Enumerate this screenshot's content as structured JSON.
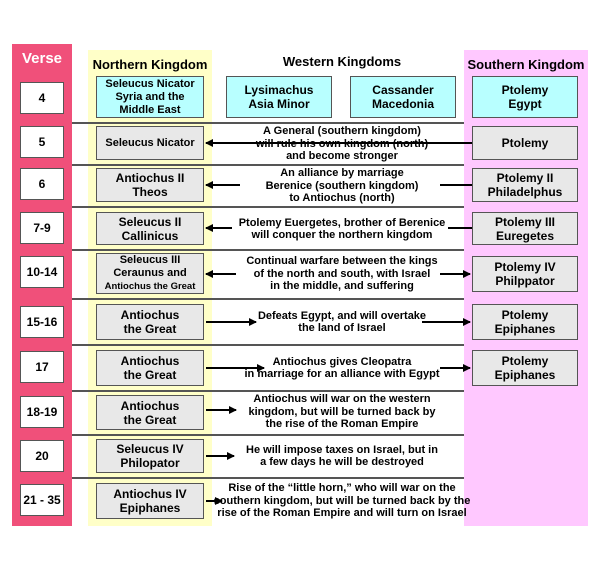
{
  "headers": {
    "verse": "Verse",
    "north": "Northern Kingdom",
    "west": "Western Kingdoms",
    "south": "Southern Kingdom"
  },
  "rows": [
    {
      "verse": "4",
      "north": [
        "Seleucus Nicator",
        "Syria and the",
        "Middle East"
      ],
      "west1": [
        "Lysimachus",
        "Asia Minor"
      ],
      "west2": [
        "Cassander",
        "Macedonia"
      ],
      "south": [
        "Ptolemy",
        "Egypt"
      ]
    },
    {
      "verse": "5",
      "north": [
        "Seleucus Nicator"
      ],
      "desc": [
        "A General (southern kingdom)",
        "will rule his own kingdom (north)",
        "and become stronger"
      ],
      "south": [
        "Ptolemy"
      ]
    },
    {
      "verse": "6",
      "north": [
        "Antiochus II",
        "Theos"
      ],
      "desc": [
        "An alliance by marriage",
        "Berenice (southern kingdom)",
        "to Antiochus (north)"
      ],
      "south": [
        "Ptolemy II",
        "Philadelphus"
      ]
    },
    {
      "verse": "7-9",
      "north": [
        "Seleucus II",
        "Callinicus"
      ],
      "desc": [
        "Ptolemy Euergetes, brother of Berenice",
        "will conquer the northern kingdom"
      ],
      "south": [
        "Ptolemy III",
        "Euregetes"
      ]
    },
    {
      "verse": "10-14",
      "north": [
        "Seleucus III",
        "Ceraunus and",
        "Antiochus the Great"
      ],
      "desc": [
        "Continual warfare between the kings",
        "of the north and south, with Israel",
        "in the middle, and suffering"
      ],
      "south": [
        "Ptolemy IV",
        "Philppator"
      ]
    },
    {
      "verse": "15-16",
      "north": [
        "Antiochus",
        "the Great"
      ],
      "desc": [
        "Defeats Egypt, and will overtake",
        "the land of  Israel"
      ],
      "south": [
        "Ptolemy",
        "Epiphanes"
      ]
    },
    {
      "verse": "17",
      "north": [
        "Antiochus",
        "the Great"
      ],
      "desc": [
        "Antiochus gives Cleopatra",
        "in marriage for an alliance with Egypt"
      ],
      "south": [
        "Ptolemy",
        "Epiphanes"
      ]
    },
    {
      "verse": "18-19",
      "north": [
        "Antiochus",
        "the Great"
      ],
      "desc": [
        "Antiochus will war on the western",
        "kingdom, but will be turned back by",
        "the rise of the Roman Empire"
      ]
    },
    {
      "verse": "20",
      "north": [
        "Seleucus IV",
        "Philopator"
      ],
      "desc": [
        "He will impose taxes on Israel, but in",
        "a few days he will be destroyed"
      ]
    },
    {
      "verse": "21 - 35",
      "north": [
        "Antiochus IV",
        "Epiphanes"
      ],
      "desc": [
        "Rise of the “little horn,” who will war on the",
        "southern kingdom, but will be turned back by the",
        "rise of the Roman Empire and will turn on Israel"
      ]
    }
  ],
  "colors": {
    "verse_column": "#f0507a",
    "north_column": "#ffffc8",
    "south_column": "#ffc8ff",
    "cyan_box": "#b8ffff",
    "gray_box": "#e8e8e8"
  }
}
